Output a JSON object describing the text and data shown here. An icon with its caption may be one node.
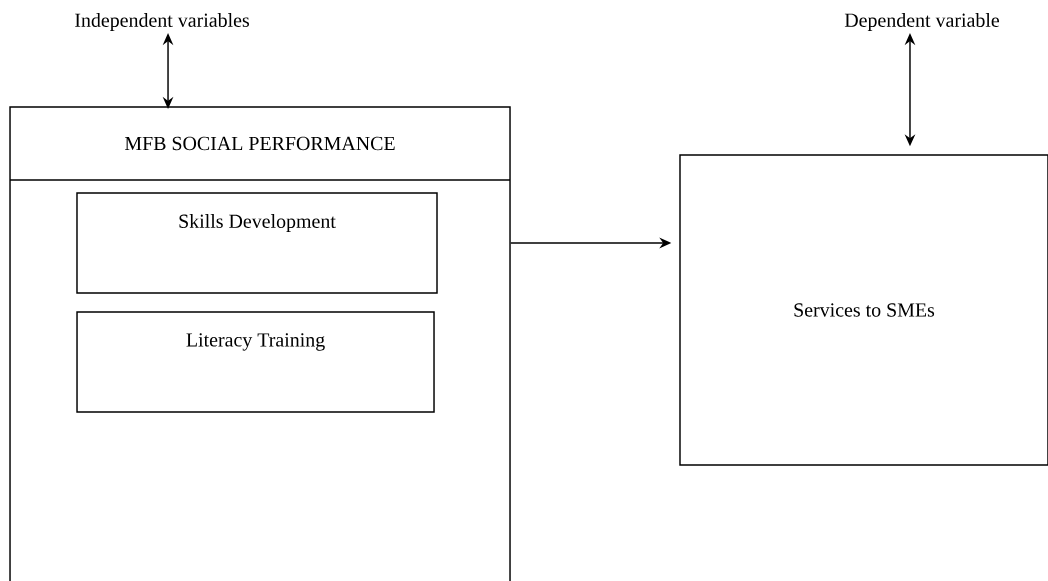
{
  "diagram": {
    "nodes": [
      {
        "text": [
          "Independent variables"
        ]
      },
      {
        "text": [
          "MFB SOCIAL PERFORMANCE"
        ]
      },
      {
        "text": [
          "Skills Development"
        ],
        "in": 1
      },
      {
        "text": [
          "Literacy Training"
        ],
        "in": 1
      },
      {
        "text": [
          "Dependent variable"
        ]
      },
      {
        "text": [
          "Services to SMEs"
        ]
      }
    ],
    "edges": [
      {
        "from": 0,
        "to": 1,
        "arrow": "both"
      },
      {
        "from": 4,
        "to": 5,
        "arrow": "both"
      },
      {
        "from": 1,
        "to": 5,
        "arrow": "to"
      }
    ]
  }
}
